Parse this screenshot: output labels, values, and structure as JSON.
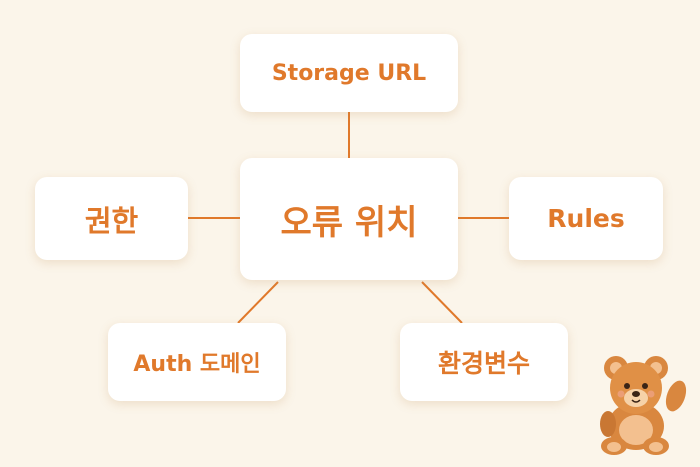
{
  "diagram": {
    "center_label": "오류 위치",
    "nodes": {
      "top": "Storage URL",
      "left": "권한",
      "right": "Rules",
      "bottom_left": "Auth 도메인",
      "bottom_right": "환경변수"
    }
  },
  "colors": {
    "background": "#fbf5ea",
    "accent": "#e0792b",
    "node_fill": "#ffffff"
  },
  "mascot": "teddy-bear-waving-icon"
}
